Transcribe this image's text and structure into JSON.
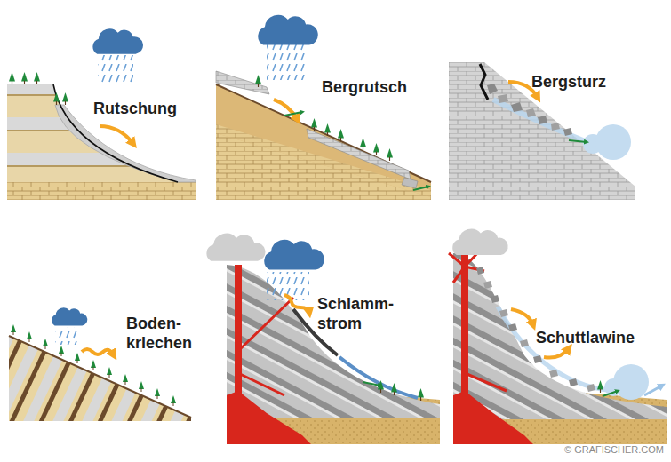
{
  "diagram": {
    "labels": [
      "Rutschung",
      "Bergrutsch",
      "Bergsturz",
      "Boden- kriechen",
      "Schlamm- strom",
      "Schuttlawine",
      "© GRAFISCHER.COM"
    ]
  }
}
